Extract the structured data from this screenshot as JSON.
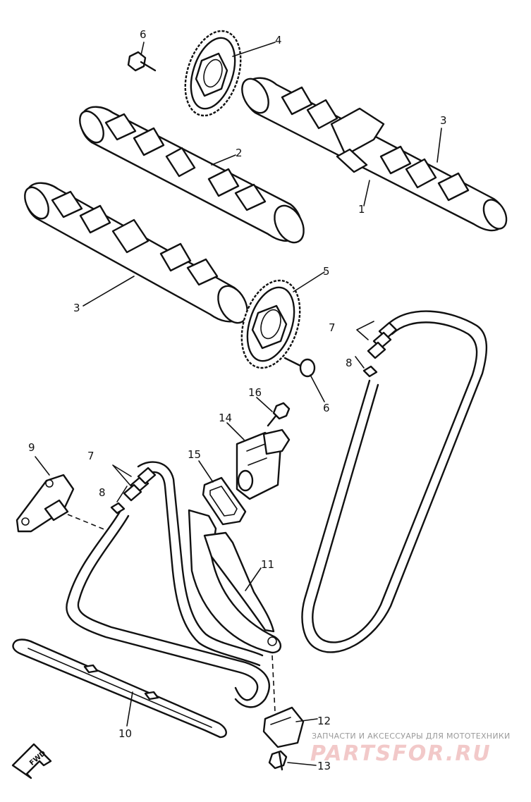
{
  "callouts": [
    {
      "id": "c1",
      "label": "1"
    },
    {
      "id": "c2",
      "label": "2"
    },
    {
      "id": "c3a",
      "label": "3"
    },
    {
      "id": "c3b",
      "label": "3"
    },
    {
      "id": "c4",
      "label": "4"
    },
    {
      "id": "c5",
      "label": "5"
    },
    {
      "id": "c6a",
      "label": "6"
    },
    {
      "id": "c6b",
      "label": "6"
    },
    {
      "id": "c7a",
      "label": "7"
    },
    {
      "id": "c7b",
      "label": "7"
    },
    {
      "id": "c8a",
      "label": "8"
    },
    {
      "id": "c8b",
      "label": "8"
    },
    {
      "id": "c9",
      "label": "9"
    },
    {
      "id": "c10",
      "label": "10"
    },
    {
      "id": "c11",
      "label": "11"
    },
    {
      "id": "c12",
      "label": "12"
    },
    {
      "id": "c13",
      "label": "13"
    },
    {
      "id": "c14",
      "label": "14"
    },
    {
      "id": "c15",
      "label": "15"
    },
    {
      "id": "c16",
      "label": "16"
    }
  ],
  "fwd_label": "FWD",
  "watermark": {
    "tagline": "ЗАПЧАСТИ И АКСЕССУАРЫ ДЛЯ МОТОТЕХНИКИ",
    "brand": "PARTSFOR.RU"
  },
  "colors": {
    "line": "#111111",
    "watermark_text": "#9a9a9a",
    "watermark_brand": "#f2c9c9"
  }
}
